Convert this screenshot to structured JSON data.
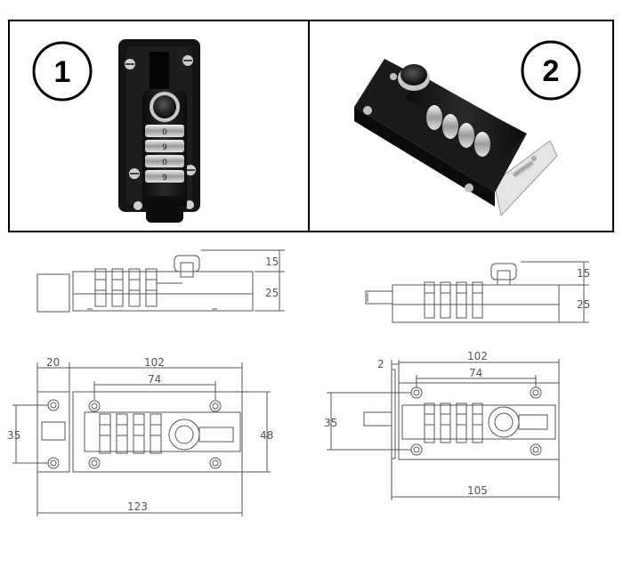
{
  "panels": [
    {
      "badge": "1"
    },
    {
      "badge": "2"
    }
  ],
  "lock_rollers": [
    "0",
    "9",
    "0",
    "9"
  ],
  "drawing_left": {
    "side_height_top": "15",
    "side_height_body": "25",
    "width_plate": "20",
    "width_bolt": "102",
    "hole_spacing": "74",
    "height_plate": "35",
    "height_total": "48",
    "length_total": "123"
  },
  "drawing_right": {
    "side_height_top": "15",
    "side_height_body": "25",
    "plate_thickness": "2",
    "width_bolt": "102",
    "hole_spacing": "74",
    "height_plate": "35",
    "length_total": "105"
  }
}
